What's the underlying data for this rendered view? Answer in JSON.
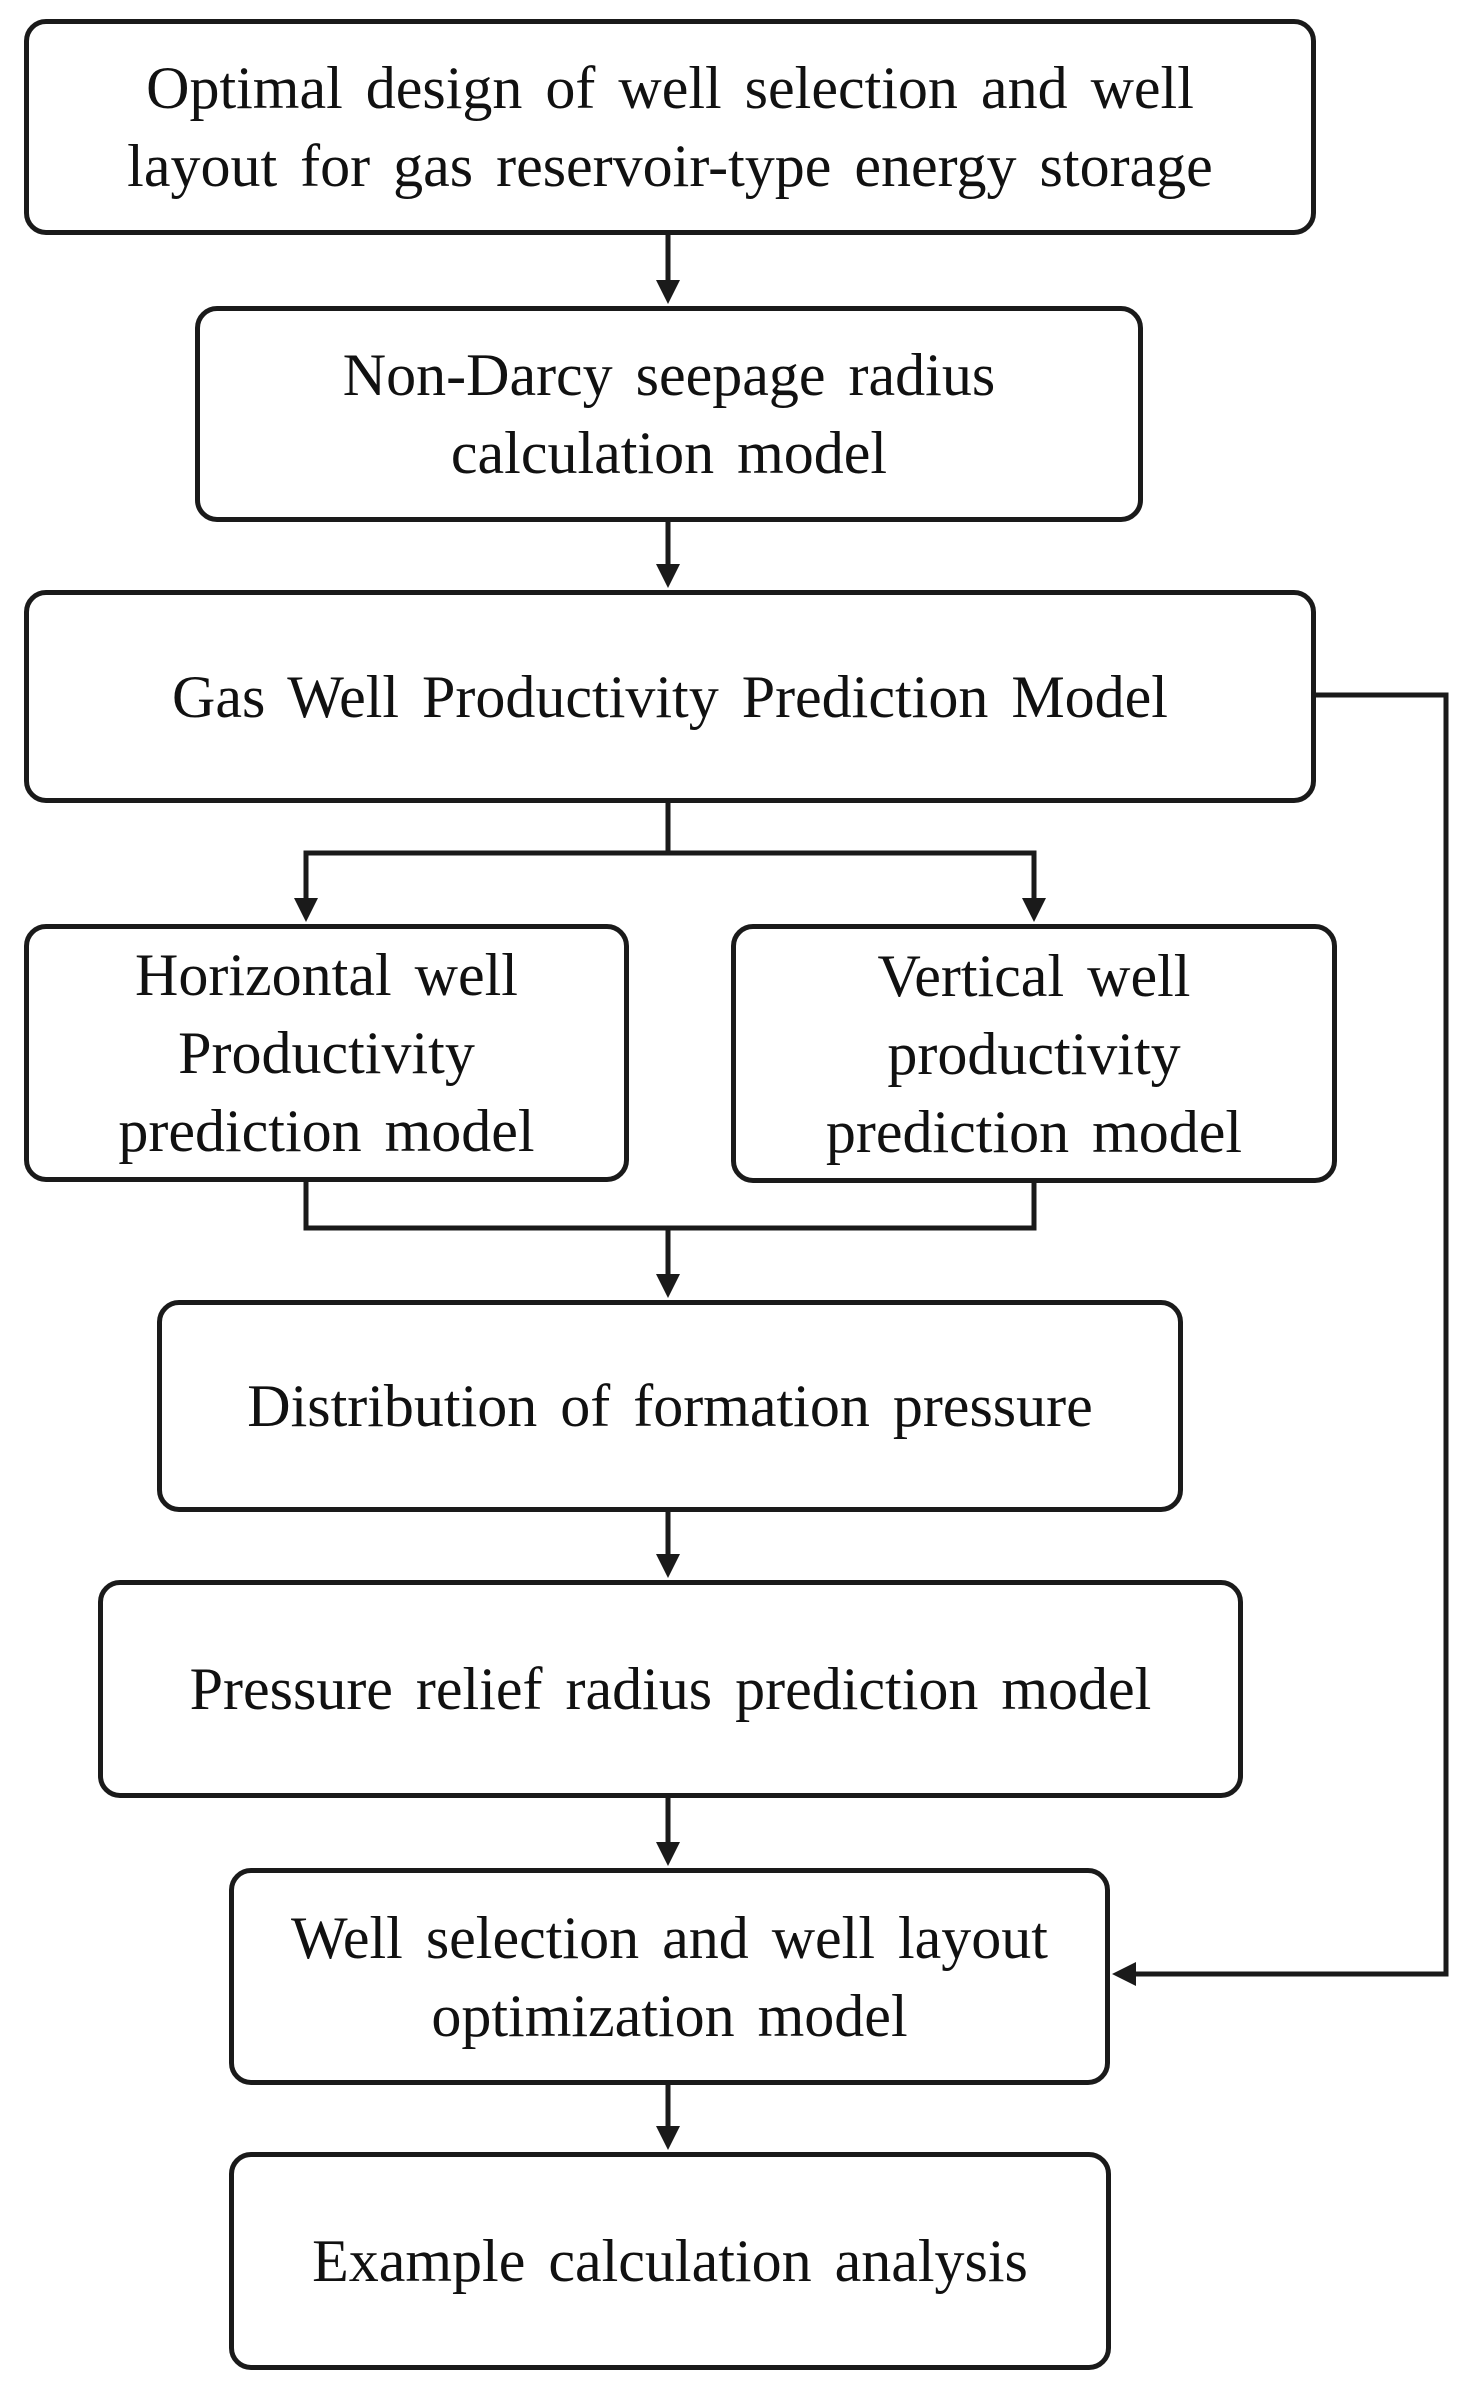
{
  "flowchart": {
    "nodes": [
      {
        "id": "n1",
        "text": "Optimal design of well selection and well\nlayout for gas reservoir-type energy storage"
      },
      {
        "id": "n2",
        "text": "Non-Darcy seepage radius\ncalculation model"
      },
      {
        "id": "n3",
        "text": "Gas Well Productivity Prediction Model"
      },
      {
        "id": "n4",
        "text": "Horizontal well\nProductivity\nprediction model"
      },
      {
        "id": "n5",
        "text": "Vertical well\nproductivity\nprediction model"
      },
      {
        "id": "n6",
        "text": "Distribution of formation pressure"
      },
      {
        "id": "n7",
        "text": "Pressure relief radius prediction model"
      },
      {
        "id": "n8",
        "text": "Well selection and well layout\noptimization model"
      },
      {
        "id": "n9",
        "text": "Example calculation analysis"
      }
    ],
    "edges": [
      {
        "from": "n1",
        "to": "n2"
      },
      {
        "from": "n2",
        "to": "n3"
      },
      {
        "from": "n3",
        "to": "n4"
      },
      {
        "from": "n3",
        "to": "n5"
      },
      {
        "from": "n4",
        "to": "n6"
      },
      {
        "from": "n5",
        "to": "n6"
      },
      {
        "from": "n6",
        "to": "n7"
      },
      {
        "from": "n7",
        "to": "n8"
      },
      {
        "from": "n3",
        "to": "n8"
      },
      {
        "from": "n8",
        "to": "n9"
      }
    ]
  }
}
